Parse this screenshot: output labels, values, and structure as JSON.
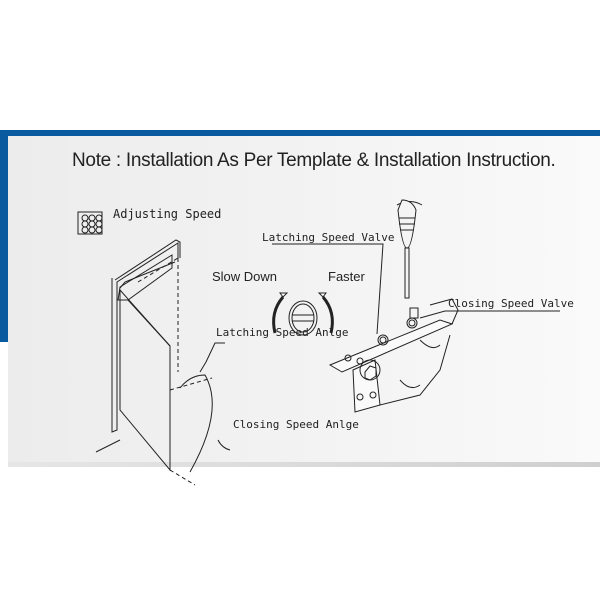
{
  "note": "Note : Installation As Per Template & Installation Instruction.",
  "legend": {
    "icon": "hex-pattern-icon",
    "label": "Adjusting Speed"
  },
  "labels": {
    "latching_valve": "Latching Speed Valve",
    "closing_valve": "Closing Speed Valve",
    "slow_down": "Slow Down",
    "faster": "Faster",
    "latching_angle": "Latching Speed Anlge",
    "closing_angle": "Closing Speed Anlge"
  },
  "colors": {
    "accent": "#0a5aa0",
    "line": "#222222"
  }
}
